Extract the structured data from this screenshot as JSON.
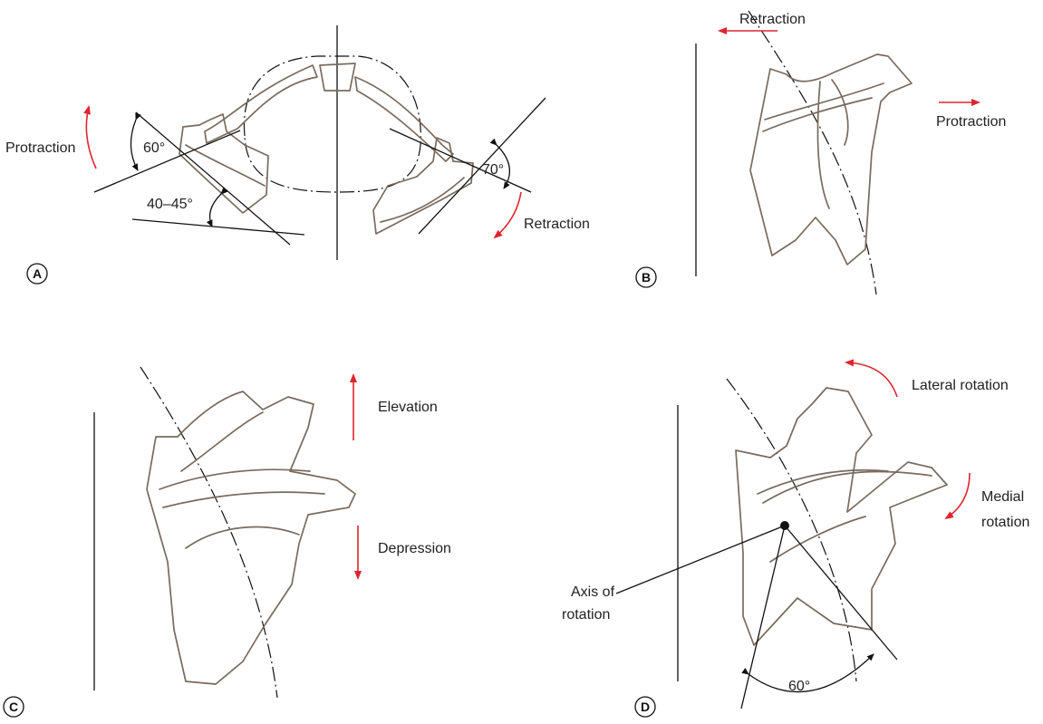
{
  "panels": {
    "a": {
      "badge": "A",
      "protraction": "Protraction",
      "retraction": "Retraction",
      "angle_60": "60°",
      "angle_70": "70°",
      "angle_40_45": "40–45°"
    },
    "b": {
      "badge": "B",
      "retraction": "Retraction",
      "protraction": "Protraction"
    },
    "c": {
      "badge": "C",
      "elevation": "Elevation",
      "depression": "Depression"
    },
    "d": {
      "badge": "D",
      "lateral_rotation": "Lateral rotation",
      "medial_rotation_1": "Medial",
      "medial_rotation_2": "rotation",
      "axis_1": "Axis of",
      "axis_2": "rotation",
      "angle_60": "60°"
    }
  },
  "colors": {
    "bone_outline": "#7a6a5e",
    "arrow": "#e0242e",
    "line": "#111111"
  }
}
